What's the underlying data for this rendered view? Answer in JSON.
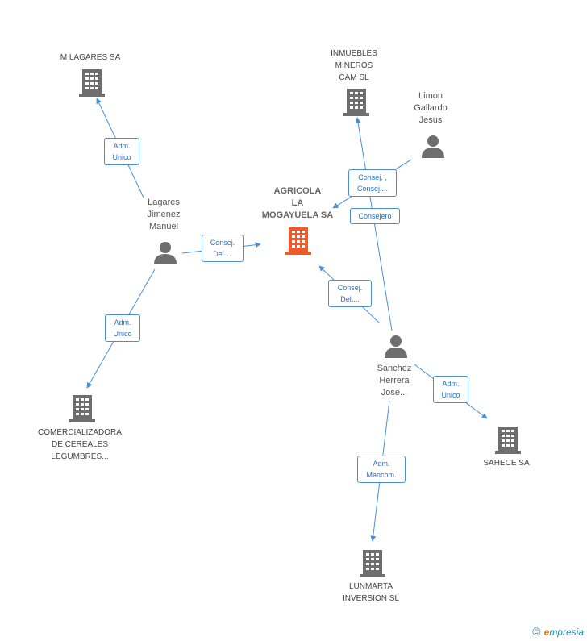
{
  "nodes": {
    "m_lagares": {
      "label_lines": [
        "M LAGARES SA"
      ]
    },
    "inmuebles": {
      "label_lines": [
        "INMUEBLES",
        "MINEROS",
        "CAM SL"
      ]
    },
    "limon": {
      "label_lines": [
        "Limon",
        "Gallardo",
        "Jesus"
      ]
    },
    "agricola": {
      "label_lines": [
        "AGRICOLA",
        "LA",
        "MOGAYUELA SA"
      ]
    },
    "lagares_jimenez": {
      "label_lines": [
        "Lagares",
        "Jimenez",
        "Manuel"
      ]
    },
    "comercializadora": {
      "label_lines": [
        "COMERCIALIZADORA",
        "DE CEREALES",
        "LEGUMBRES..."
      ]
    },
    "sanchez": {
      "label_lines": [
        "Sanchez",
        "Herrera",
        "Jose..."
      ]
    },
    "sahece": {
      "label_lines": [
        "SAHECE SA"
      ]
    },
    "lunmarta": {
      "label_lines": [
        "LUNMARTA",
        "INVERSION SL"
      ]
    }
  },
  "edges": {
    "lagares_to_mlagares": {
      "lines": [
        "Adm.",
        "Unico"
      ]
    },
    "lagares_to_agricola": {
      "lines": [
        "Consej.",
        "Del...."
      ]
    },
    "lagares_to_comercializadora": {
      "lines": [
        "Adm.",
        "Unico"
      ]
    },
    "limon_to_agricola": {
      "lines": [
        "Consej. ,",
        "Consej...."
      ]
    },
    "sanchez_to_agricola_consejero": {
      "lines": [
        "Consejero"
      ]
    },
    "sanchez_to_agricola_consejdel": {
      "lines": [
        "Consej.",
        "Del...."
      ]
    },
    "sanchez_to_sahece": {
      "lines": [
        "Adm.",
        "Unico"
      ]
    },
    "sanchez_to_lunmarta": {
      "lines": [
        "Adm.",
        "Mancom."
      ]
    }
  },
  "colors": {
    "edge": "#4a90d9",
    "icon_gray": "#6e6e6e",
    "main_company": "#f05a28"
  },
  "footer": {
    "copyright": "©",
    "brand_initial": "e",
    "brand_rest": "mpresia"
  }
}
